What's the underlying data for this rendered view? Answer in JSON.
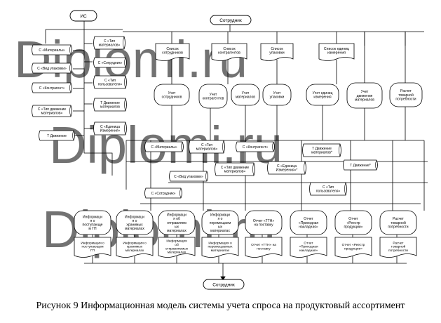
{
  "watermark": [
    "Diplomi.ru",
    "Diplomi.ru",
    "Diplomi.ru"
  ],
  "caption": "Рисунок 9 Информационная модель системы учета спроса на продуктовый ассортимент",
  "terminals": [
    {
      "id": "is",
      "label": "ИС"
    },
    {
      "id": "staff_top",
      "label": "Сотрудник"
    },
    {
      "id": "staff_bottom",
      "label": "Сотрудник"
    }
  ],
  "top_lists": [
    {
      "id": "list_staff",
      "label": [
        "Список",
        "сотрудников"
      ]
    },
    {
      "id": "list_contr",
      "label": [
        "Список",
        "контрагентов"
      ]
    },
    {
      "id": "list_pack",
      "label": [
        "Список",
        "упаковки"
      ]
    },
    {
      "id": "list_units",
      "label": [
        "Список единиц",
        "измерения"
      ]
    }
  ],
  "processes": [
    {
      "id": "p_staff",
      "label": [
        "Учет",
        "сотрудников"
      ]
    },
    {
      "id": "p_contr",
      "label": [
        "Учет",
        "контрагентов"
      ]
    },
    {
      "id": "p_mat",
      "label": [
        "Учет",
        "материалов"
      ]
    },
    {
      "id": "p_pack",
      "label": [
        "Учет",
        "упаковки"
      ]
    },
    {
      "id": "p_units",
      "label": [
        "Учет единиц",
        "измерения"
      ]
    },
    {
      "id": "p_move",
      "label": [
        "Учет",
        "движения",
        "материалов"
      ]
    },
    {
      "id": "p_demand",
      "label": [
        "Расчет",
        "товарной",
        "потребности"
      ]
    }
  ],
  "left_tables": [
    {
      "id": "t_mat",
      "label": [
        "С «Материалы»"
      ]
    },
    {
      "id": "t_pack",
      "label": [
        "С «Вид упаковки»"
      ]
    },
    {
      "id": "t_contr",
      "label": [
        "С «Контрагент»"
      ]
    },
    {
      "id": "t_movetype",
      "label": [
        "С «Тип движение",
        "материалов»"
      ]
    },
    {
      "id": "t_move",
      "label": [
        "Т Движение"
      ]
    }
  ],
  "mid_tables": [
    {
      "id": "m_mattype",
      "label": [
        "С «Тип",
        "материалов»"
      ]
    },
    {
      "id": "m_staff",
      "label": [
        "С «Сотрудник»"
      ]
    },
    {
      "id": "m_usertype",
      "label": [
        "С «Тип",
        "пользователя»"
      ]
    },
    {
      "id": "m_movemat",
      "label": [
        "Т Движение",
        "материалов"
      ]
    },
    {
      "id": "m_unit",
      "label": [
        "С «Единица",
        "Измерения»"
      ]
    }
  ],
  "bus_tables": [
    {
      "id": "b_mat",
      "label": [
        "С «Материалы»"
      ]
    },
    {
      "id": "b_mattype",
      "label": [
        "С «Тип",
        "материалов»"
      ]
    },
    {
      "id": "b_contr",
      "label": [
        "С «Контрагент»"
      ]
    },
    {
      "id": "b_movemat",
      "label": [
        "Т Движение",
        "материалов*"
      ]
    },
    {
      "id": "b_pack",
      "label": [
        "С «Вид упаковки»"
      ]
    },
    {
      "id": "b_movetype",
      "label": [
        "С «Тип движение",
        "материалов»"
      ]
    },
    {
      "id": "b_unit",
      "label": [
        "С «Единица",
        "Измерения»*"
      ]
    },
    {
      "id": "b_move",
      "label": [
        "Т Движение*"
      ]
    },
    {
      "id": "b_staff",
      "label": [
        "С «Сотрудник»"
      ]
    },
    {
      "id": "b_usertype",
      "label": [
        "С «Тип",
        "пользователя»"
      ]
    }
  ],
  "outputs": [
    {
      "id": "o_in",
      "proc": [
        "Информаци",
        "я о",
        "поступающе",
        "м ГП"
      ],
      "doc": [
        "Информация о",
        "поступающем",
        "ГП"
      ]
    },
    {
      "id": "o_stock",
      "proc": [
        "Информаци",
        "я о",
        "хранимых",
        "материалах"
      ],
      "doc": [
        "Информация о",
        "хранимых",
        "материалах"
      ]
    },
    {
      "id": "o_sent",
      "proc": [
        "Информаци",
        "я об",
        "отправляем",
        "ых",
        "материалах"
      ],
      "doc": [
        "Информация",
        "об",
        "отправляемых",
        "материалах"
      ]
    },
    {
      "id": "o_moving",
      "proc": [
        "Информаци",
        "я о",
        "перемещаем",
        "ых",
        "материалах"
      ],
      "doc": [
        "Информация о",
        "перемещаемых",
        "материалах"
      ]
    },
    {
      "id": "o_ttn",
      "proc": [
        "Отчет «ТТН»",
        "на поставку"
      ],
      "doc": [
        "Отчет «ТТН» на",
        "поставку"
      ]
    },
    {
      "id": "o_invoice",
      "proc": [
        "Отчет",
        "«Приходная",
        "накладная»"
      ],
      "doc": [
        "Отчет",
        "«Приходная",
        "накладная»"
      ]
    },
    {
      "id": "o_registry",
      "proc": [
        "Отчет",
        "«Реестр",
        "продукции»"
      ],
      "doc": [
        "Отчет «Реестр",
        "продукции»"
      ]
    },
    {
      "id": "o_demand",
      "proc": [
        "Расчет",
        "товарной",
        "потребности"
      ],
      "doc": [
        "Расчет",
        "товарной",
        "потребности"
      ]
    }
  ]
}
